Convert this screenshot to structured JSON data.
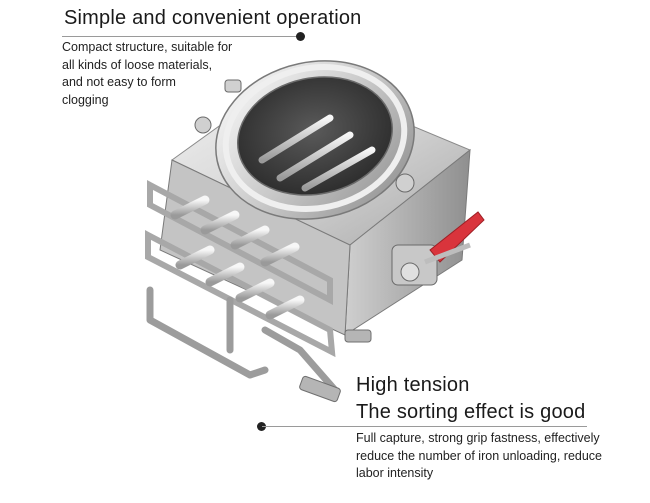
{
  "callout_top": {
    "title": "Simple and convenient operation",
    "lines": [
      "Compact structure, suitable for",
      "all kinds of loose materials,",
      "and not easy to form",
      "clogging"
    ]
  },
  "callout_bottom": {
    "title_line1": "High tension",
    "title_line2": "The sorting effect is good",
    "lines": [
      "Full capture, strong grip fastness, effectively",
      "reduce the number of iron unloading, reduce",
      "labor intensity"
    ]
  },
  "colors": {
    "steel_light": "#e9e9e9",
    "steel_mid": "#bdbdbd",
    "steel_dark": "#7d7d7d",
    "clamp_red": "#d9343c"
  }
}
